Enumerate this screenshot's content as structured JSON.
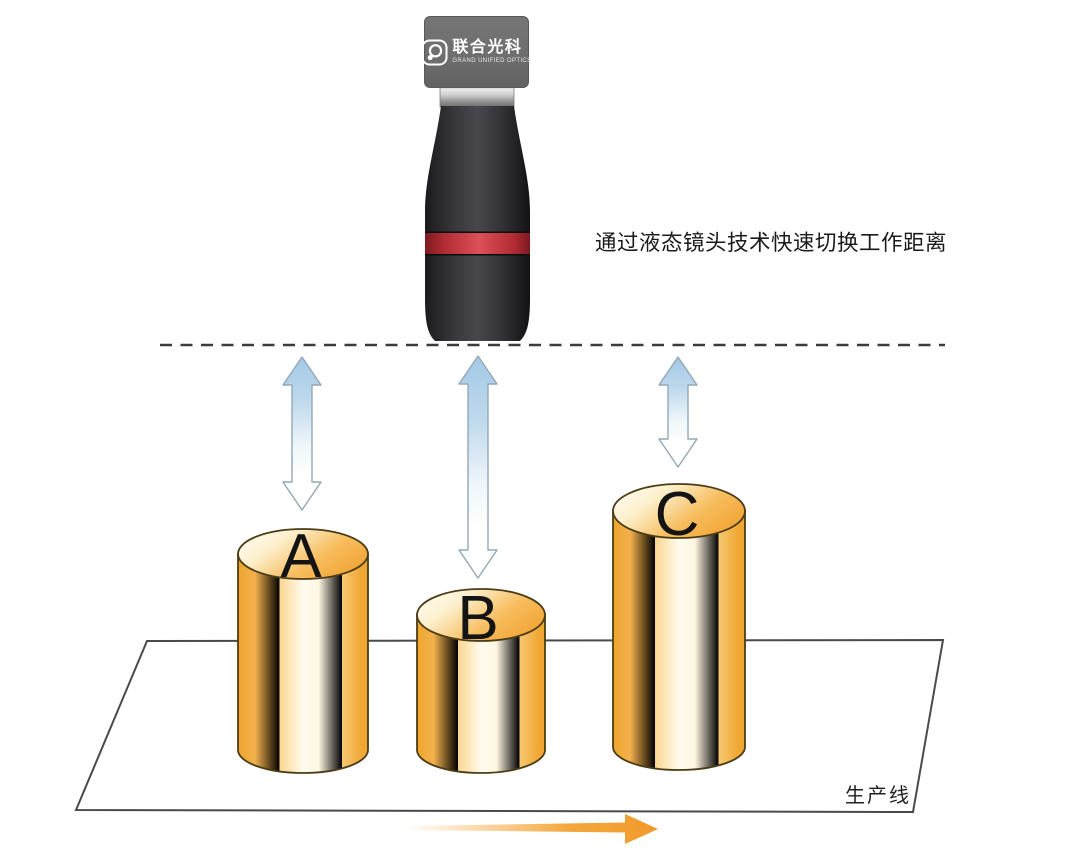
{
  "scene": {
    "annotation": "通过液态镜头技术快速切换工作距离",
    "platform_label": "生产线"
  },
  "camera": {
    "brand": "联合光科",
    "brand_sub": "GRAND UNIFIED OPTICS"
  },
  "cylinders": [
    {
      "label": "A",
      "height": "medium"
    },
    {
      "label": "B",
      "height": "short"
    },
    {
      "label": "C",
      "height": "tall"
    }
  ],
  "colors": {
    "camera_body_gray": "#6f6f6f",
    "lens_black": "#2e2e32",
    "lens_ring_red": "#dd4f59",
    "distance_arrow_blue": "#a3c9e7",
    "cylinder_orange": "#f0a832",
    "flow_arrow_orange": "#f19a2b",
    "dashed_line_gray": "#3c3c3c"
  }
}
